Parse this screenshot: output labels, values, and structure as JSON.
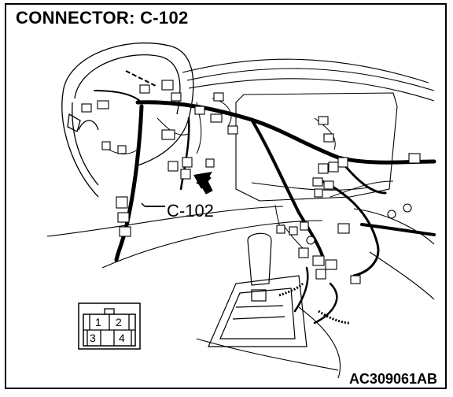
{
  "title": "CONNECTOR: C-102",
  "callout_label": "C-102",
  "figure_id": "AC309061AB",
  "connector_pins": [
    "1",
    "2",
    "3",
    "4"
  ],
  "colors": {
    "ink": "#000000",
    "paper": "#ffffff"
  }
}
